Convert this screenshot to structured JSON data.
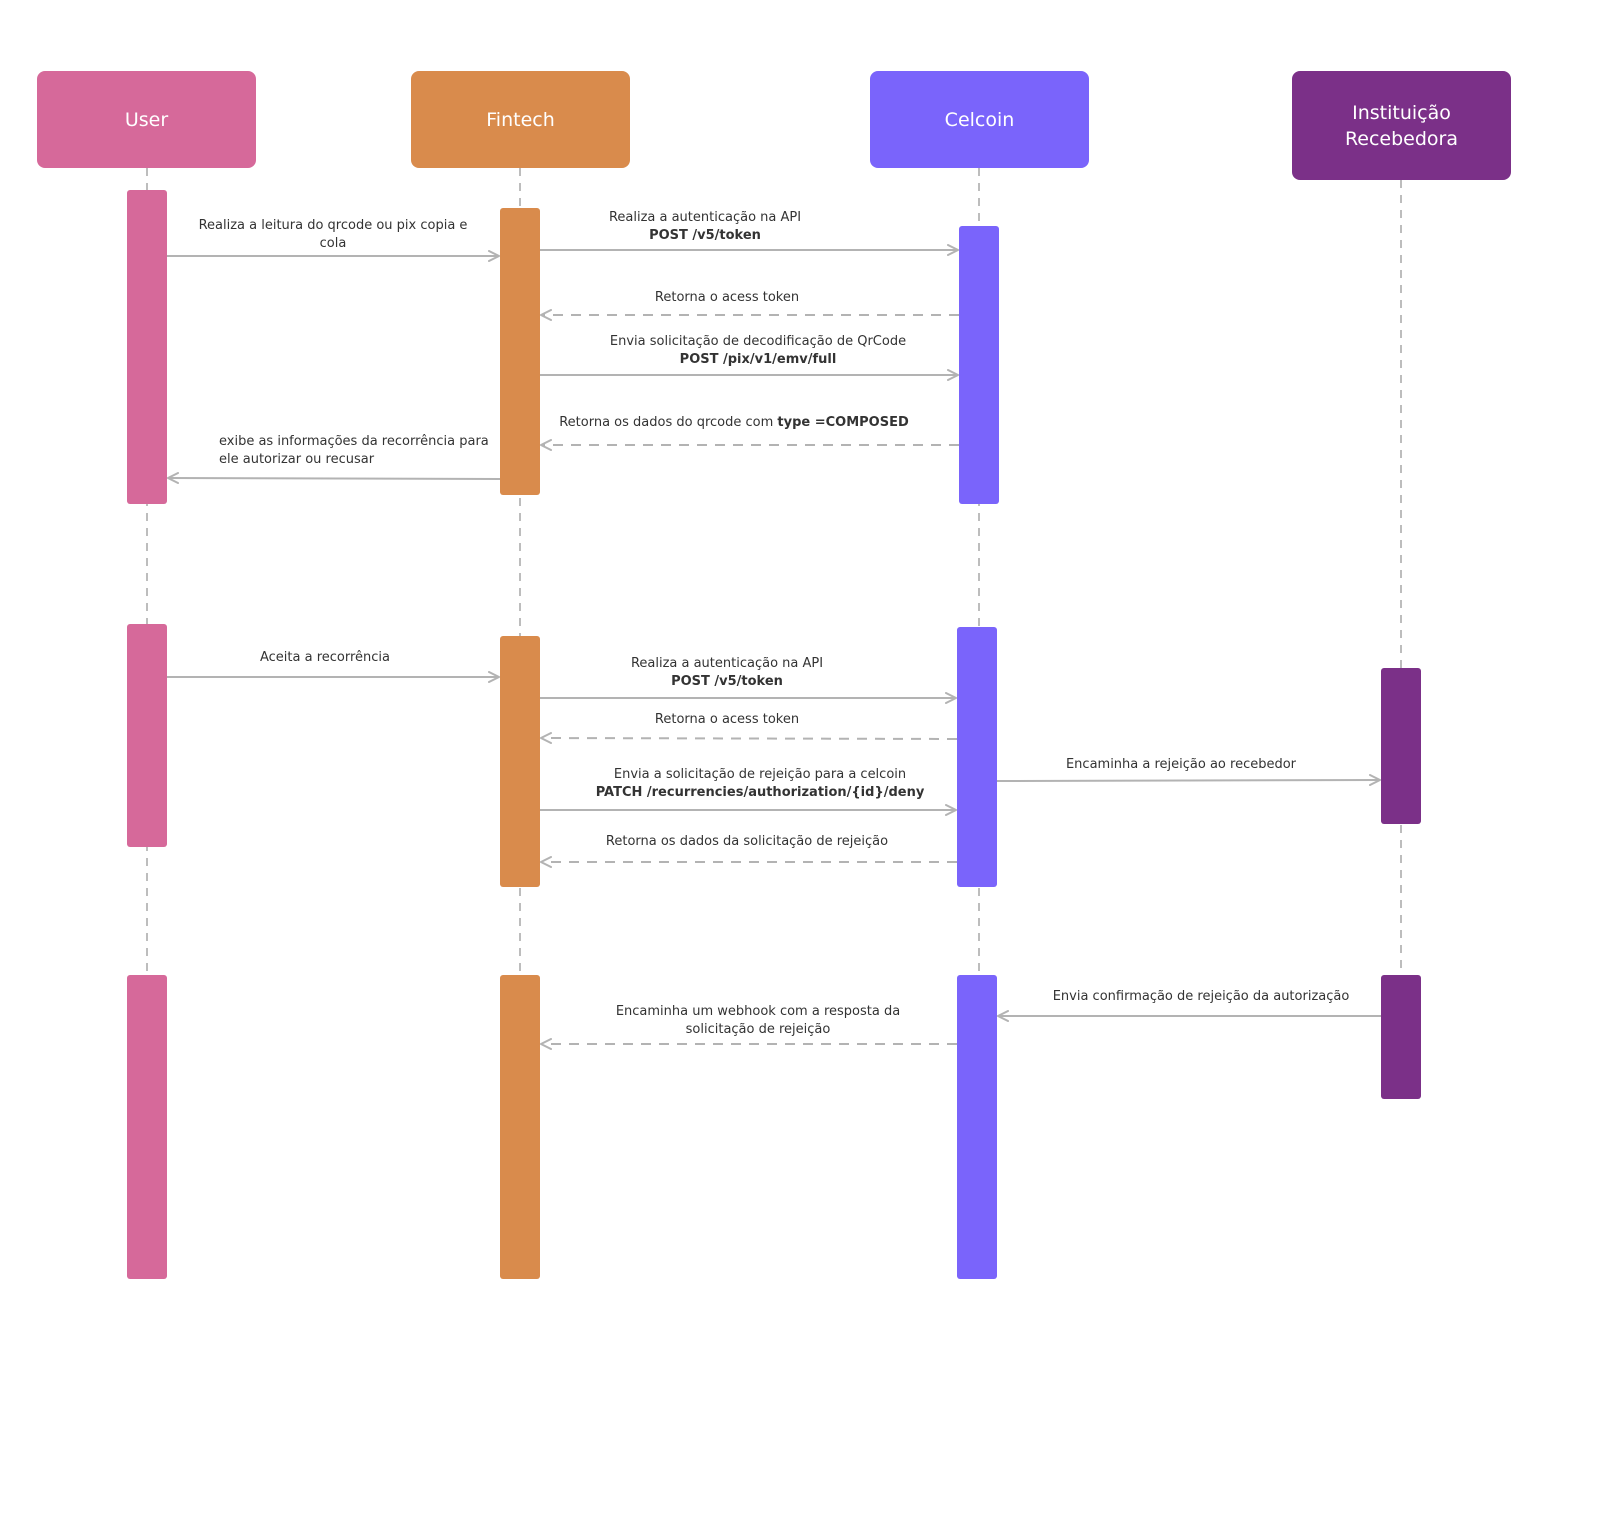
{
  "colors": {
    "user": "#d6699a",
    "fintech": "#d98b4c",
    "celcoin": "#7a64fb",
    "receiver": "#7b3088",
    "arrow": "#b3b3b3",
    "lifeline": "#bdbdbd",
    "text": "#333333"
  },
  "actors": {
    "user": "User",
    "fintech": "Fintech",
    "celcoin": "Celcoin",
    "receiver_line1": "Instituição",
    "receiver_line2": "Recebedora"
  },
  "messages": {
    "m1_line1": "Realiza a leitura do qrcode ou pix copia e",
    "m1_line2": "cola",
    "m2_line1": "Realiza a autenticação na API",
    "m2_line2": "POST /v5/token",
    "m3": "Retorna o acess token",
    "m4_line1": "Envia solicitação de decodificação de QrCode",
    "m4_line2": "POST /pix/v1/emv/full",
    "m5_prefix": "Retorna os dados do qrcode com ",
    "m5_bold": "type =COMPOSED",
    "m6_line1": "exibe as informações da recorrência para",
    "m6_line2": "ele autorizar ou recusar",
    "m7": "Aceita a recorrência",
    "m8_line1": "Realiza a autenticação na API",
    "m8_line2": "POST /v5/token",
    "m9": "Retorna o acess token",
    "m10_line1": "Envia a solicitação de rejeição para a celcoin",
    "m10_line2": "PATCH /recurrencies/authorization/{id}/deny",
    "m11": "Encaminha a rejeição ao recebedor",
    "m12": "Retorna os dados da solicitação de rejeição",
    "m13": "Envia confirmação de rejeição da autorização",
    "m14_line1": "Encaminha um webhook com a resposta da",
    "m14_line2": "solicitação de rejeição"
  }
}
